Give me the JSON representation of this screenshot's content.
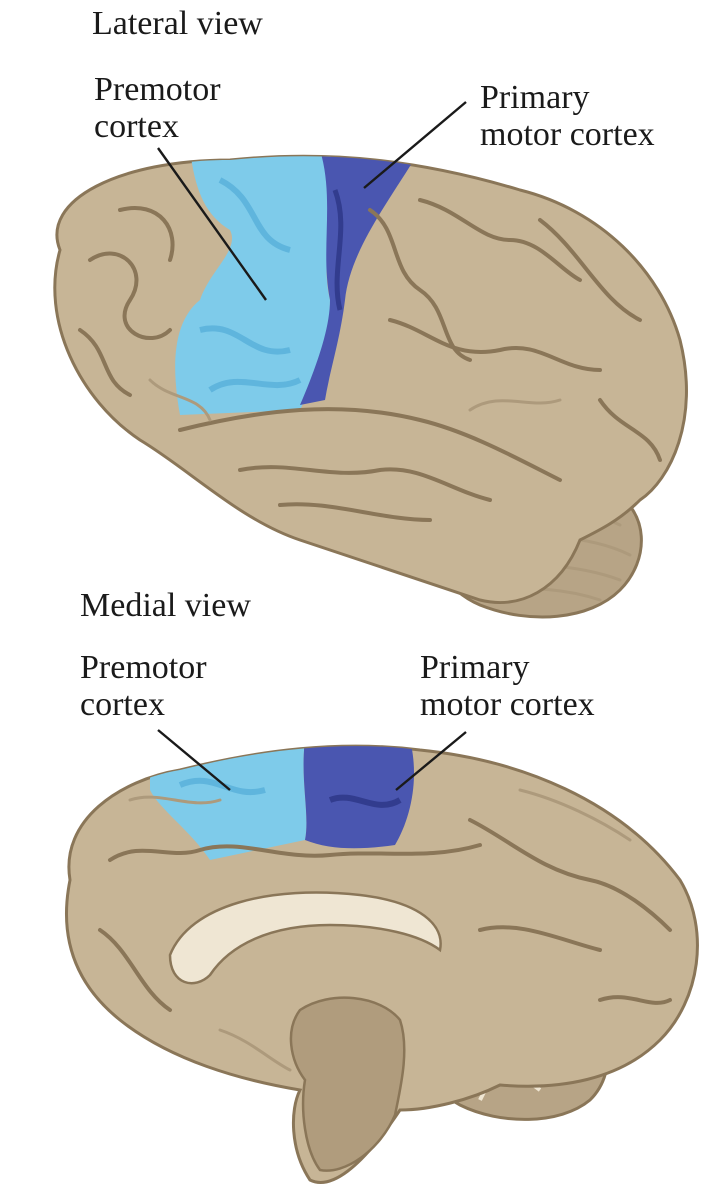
{
  "lateral": {
    "title": "Lateral view",
    "premotor_label": "Premotor\ncortex",
    "primary_label": "Primary\nmotor cortex"
  },
  "medial": {
    "title": "Medial view",
    "premotor_label": "Premotor\ncortex",
    "primary_label": "Primary\nmotor cortex"
  },
  "colors": {
    "premotor": "#7ecbea",
    "premotor_shade": "#5fb5dd",
    "primary_motor": "#4a56b0",
    "primary_motor_shade": "#323c8e",
    "cortex": "#c7b596",
    "cortex_dark": "#8a7658",
    "corpus_callosum": "#efe6d3"
  }
}
